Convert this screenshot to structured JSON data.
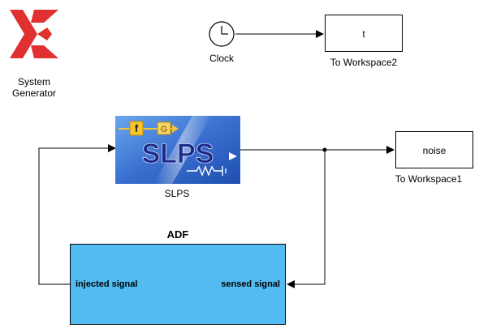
{
  "diagram": {
    "system_generator": {
      "label_line1": "System",
      "label_line2": "Generator",
      "logo_color": "#e03030"
    },
    "clock": {
      "label": "Clock",
      "icon": "clock-icon"
    },
    "to_workspace2": {
      "variable": "t",
      "label": "To Workspace2"
    },
    "slps": {
      "title": "SLPS",
      "label": "SLPS",
      "badge_f": "f",
      "badge_g": "G",
      "background_color": "#3a6fd0"
    },
    "to_workspace1": {
      "variable": "noise",
      "label": "To Workspace1"
    },
    "adf": {
      "title": "ADF",
      "input_port": "injected signal",
      "output_port": "sensed signal",
      "fill_color": "#52bbf1"
    }
  }
}
